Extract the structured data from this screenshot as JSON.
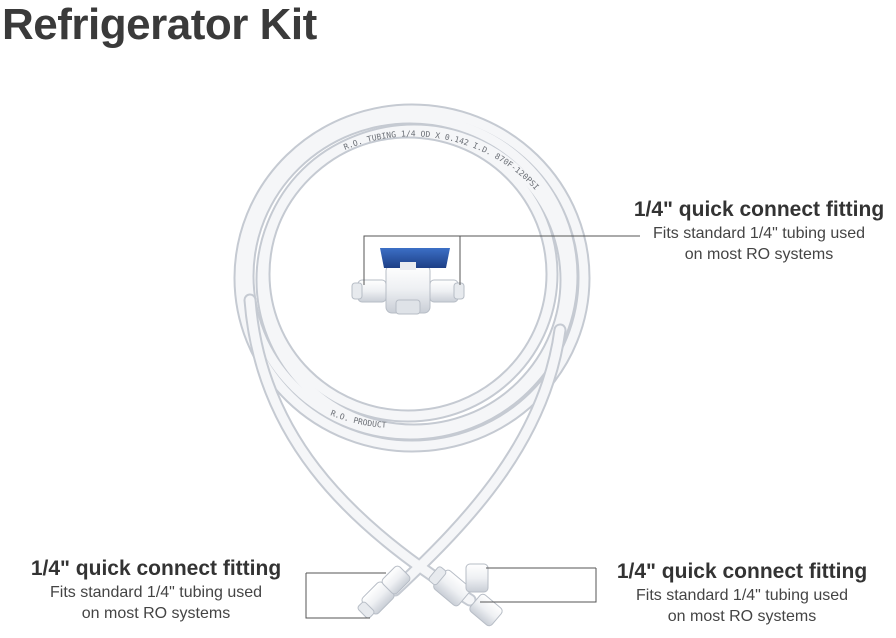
{
  "title": "Refrigerator Kit",
  "tubing_print": {
    "top": "R.O. TUBING 1/4 OD X 0.142 I.D. 870F-120PSI",
    "bottom": "R.O. PRODUCT"
  },
  "callouts": {
    "top": {
      "heading": "1/4\" quick connect fitting",
      "line1": "Fits standard 1/4\" tubing used",
      "line2": "on most RO systems"
    },
    "left": {
      "heading": "1/4\" quick connect fitting",
      "line1": "Fits standard 1/4\" tubing used",
      "line2": "on most RO systems"
    },
    "right": {
      "heading": "1/4\" quick connect fitting",
      "line1": "Fits standard 1/4\" tubing used",
      "line2": "on most RO systems"
    }
  },
  "colors": {
    "valve_handle": "#2a56a8",
    "tubing": "#f2f4f6",
    "text": "#333333"
  }
}
